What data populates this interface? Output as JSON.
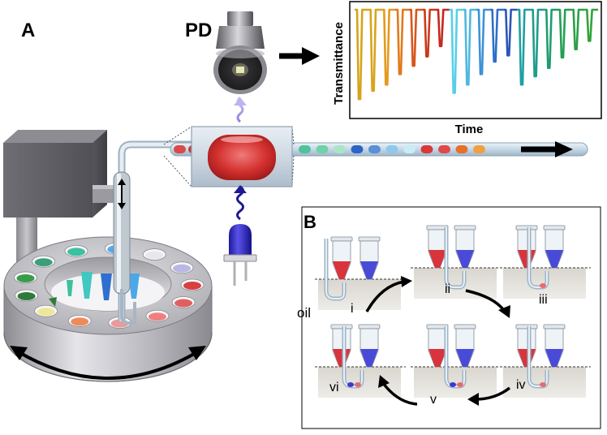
{
  "panel_a": {
    "label": "A",
    "detector_label": "PD",
    "chart": {
      "ylabel": "Transmittance",
      "xlabel": "Time",
      "dips": [
        {
          "depth": 0.86,
          "color": "#d6a31a"
        },
        {
          "depth": 0.78,
          "color": "#d9a41c"
        },
        {
          "depth": 0.72,
          "color": "#e39a1e"
        },
        {
          "depth": 0.62,
          "color": "#e07a1c"
        },
        {
          "depth": 0.54,
          "color": "#d8561c"
        },
        {
          "depth": 0.45,
          "color": "#c93a1c"
        },
        {
          "depth": 0.35,
          "color": "#c4281e"
        },
        {
          "depth": 0.8,
          "color": "#57d0e6"
        },
        {
          "depth": 0.72,
          "color": "#4fb7e0"
        },
        {
          "depth": 0.62,
          "color": "#3c92d6"
        },
        {
          "depth": 0.5,
          "color": "#2d6ec9"
        },
        {
          "depth": 0.44,
          "color": "#2b55b8"
        },
        {
          "depth": 0.72,
          "color": "#1f9fa4"
        },
        {
          "depth": 0.64,
          "color": "#1f9c8a"
        },
        {
          "depth": 0.56,
          "color": "#1f9c6e"
        },
        {
          "depth": 0.46,
          "color": "#23a054"
        },
        {
          "depth": 0.38,
          "color": "#2aa046"
        },
        {
          "depth": 0.3,
          "color": "#32a23c"
        }
      ]
    },
    "tube_droplets": [
      "#d94a4a",
      "#c93a3a",
      "#4fc39a",
      "#6fd2a8",
      "#a9e4c8",
      "#2d63c8",
      "#5b8fd8",
      "#8fc8ec",
      "#c9ecf6",
      "#d8383a",
      "#e0484a",
      "#e6702a",
      "#f0a040"
    ],
    "plate_wells": [
      "#3cc0a0",
      "#5aa8e8",
      "#e8e8ea",
      "#b9b7e4",
      "#d84040",
      "#e06060",
      "#f08080",
      "#ea9a9a",
      "#f08a5a",
      "#eee79a",
      "#2f7a3a",
      "#3a9c4a",
      "#3aa07a"
    ]
  },
  "panel_b": {
    "label": "B",
    "oil_label": "oil",
    "steps": [
      "i",
      "ii",
      "iii",
      "iv",
      "v",
      "vi"
    ]
  }
}
